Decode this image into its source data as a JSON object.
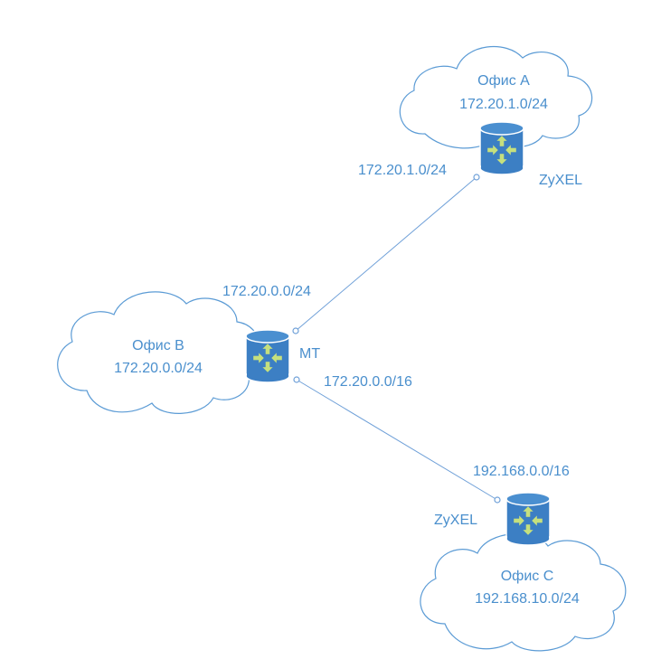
{
  "offices": [
    {
      "id": "a",
      "name": "Офис А",
      "subnet": "172.20.1.0/24"
    },
    {
      "id": "b",
      "name": "Офис B",
      "subnet": "172.20.0.0/24"
    },
    {
      "id": "c",
      "name": "Офис С",
      "subnet": "192.168.10.0/24"
    }
  ],
  "routers": [
    {
      "id": "a",
      "label": "ZyXEL"
    },
    {
      "id": "b",
      "label": "MT"
    },
    {
      "id": "c",
      "label": "ZyXEL"
    }
  ],
  "links": [
    {
      "id": "b-a",
      "from_label": "172.20.0.0/24",
      "to_label": "172.20.1.0/24"
    },
    {
      "id": "b-c",
      "from_label": "172.20.0.0/16",
      "to_label": "192.168.0.0/16"
    }
  ],
  "colors": {
    "accent": "#4a8fcd",
    "router": "#3c7fc4",
    "arrows": "#c5e07e",
    "cloud_outline": "#5b9bd5"
  }
}
